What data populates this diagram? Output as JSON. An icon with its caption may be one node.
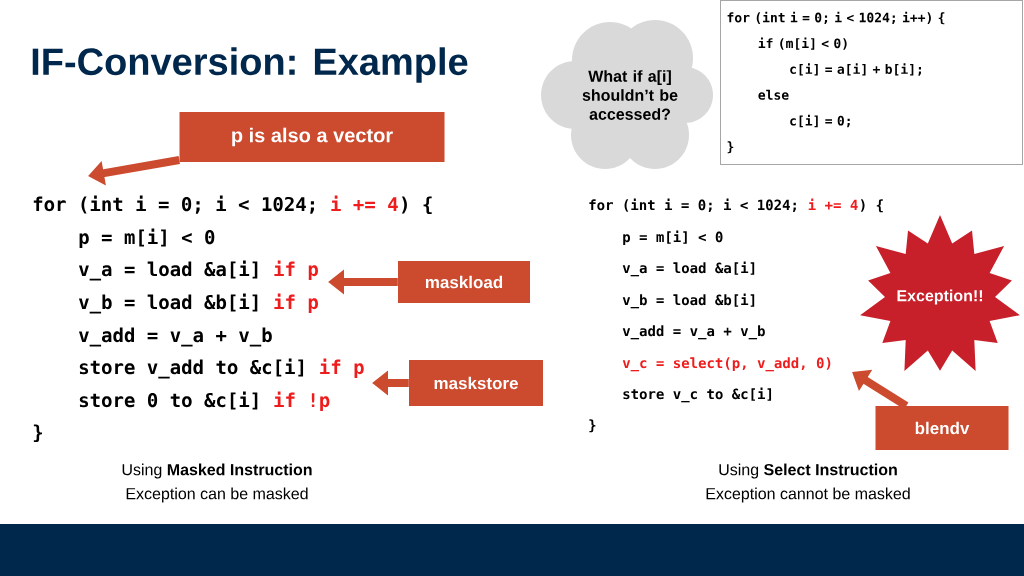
{
  "diagram": {
    "title": "IF-Conversion: Example",
    "nodes": [
      {
        "text": [
          "for (int i = 0; i < 1024; i++) {",
          "if (m[i] < 0)",
          "c[i] = a[i] + b[i];",
          "else",
          "c[i] = 0;",
          "}"
        ]
      },
      {
        "text": [
          "p is also a vector"
        ]
      },
      {
        "text": [
          "What if a[i] shouldn’t be accessed?"
        ]
      },
      {
        "text": [
          "maskload"
        ]
      },
      {
        "text": [
          "Exception!!"
        ]
      },
      {
        "text": [
          "maskstore"
        ]
      },
      {
        "text": [
          "blendv"
        ]
      }
    ],
    "edges": [
      {
        "from": 1,
        "to": null,
        "arrow": "to"
      },
      {
        "from": 3,
        "to": null,
        "arrow": "to"
      },
      {
        "from": 5,
        "to": null,
        "arrow": "to"
      },
      {
        "from": 6,
        "to": null,
        "arrow": "to"
      }
    ],
    "labels": [
      "for (int i = 0; i < 1024;",
      "i += 4",
      ") {",
      "p = m[i] < 0",
      "v_a = load &a[i]",
      "if p",
      "v_b = load &b[i]",
      "if p",
      "v_add = v_a + v_b",
      "store v_add to &c[i]",
      "if p",
      "store 0 to &c[i]",
      "if !p",
      "}",
      "for (int i = 0; i < 1024;",
      "i += 4",
      ") {",
      "p = m[i] < 0",
      "v_a = load &a[i]",
      "v_b = load &b[i]",
      "v_add = v_a + v_b",
      "v_c = select(p, v_add, 0)",
      "store v_c to &c[i]",
      "}",
      "Using **Masked Instruction**",
      "Exception can be masked",
      "Using **Select Instruction**",
      "Exception cannot be masked"
    ]
  }
}
